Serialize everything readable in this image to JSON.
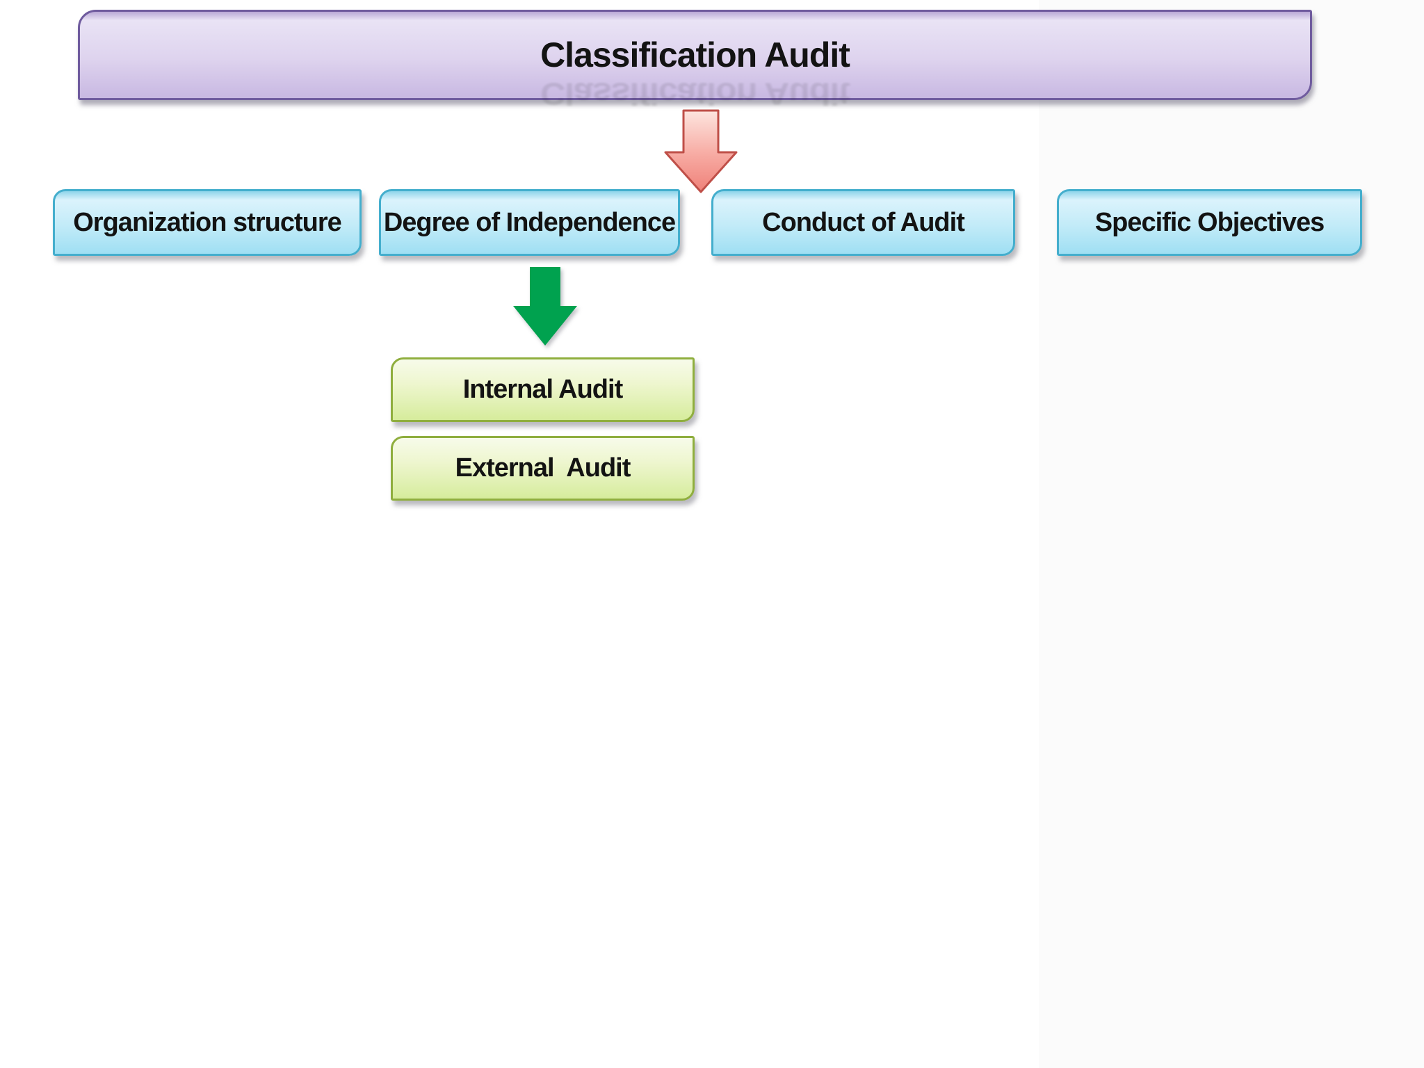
{
  "diagram": {
    "title": "Classification Audit",
    "categories": [
      {
        "label": "Organization structure"
      },
      {
        "label": "Degree of Independence"
      },
      {
        "label": "Conduct of Audit"
      },
      {
        "label": "Specific Objectives"
      }
    ],
    "sub_items": [
      {
        "label": "Internal Audit"
      },
      {
        "label": "External  Audit"
      }
    ],
    "arrows": [
      {
        "name": "red-down-arrow"
      },
      {
        "name": "green-down-arrow"
      }
    ],
    "colors": {
      "title_fill_top": "#e9e3f5",
      "title_fill_bottom": "#c8b8e2",
      "title_border": "#6f5b9e",
      "category_fill_top": "#dbf3fc",
      "category_fill_bottom": "#9fdff3",
      "category_border": "#44aecd",
      "sub_fill_top": "#f7fbea",
      "sub_fill_bottom": "#d6ec9c",
      "sub_border": "#8fae3e",
      "red_arrow_fill_light": "#fde5df",
      "red_arrow_fill_dark": "#ef8179",
      "red_arrow_border": "#bf4f48",
      "green_arrow_fill": "#00a24f",
      "text": "#131313"
    }
  }
}
